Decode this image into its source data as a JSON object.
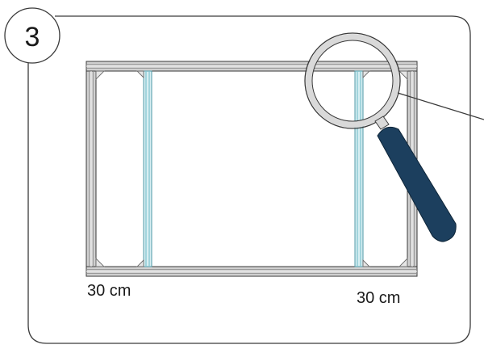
{
  "step": {
    "number": "3"
  },
  "dimensions": {
    "left_label": "30 cm",
    "right_label": "30 cm"
  },
  "colors": {
    "outline": "#3a3a3a",
    "frame_profile": "#b9b9b9",
    "frame_light": "#e6e6e6",
    "glass_stud": "#7fc4cf",
    "glass_stud_light": "#d7eef2",
    "magnifier_handle": "#1c3f5e",
    "magnifier_ring": "#d9d9d9"
  },
  "icons": {
    "magnifier": "magnifying-glass-icon"
  }
}
